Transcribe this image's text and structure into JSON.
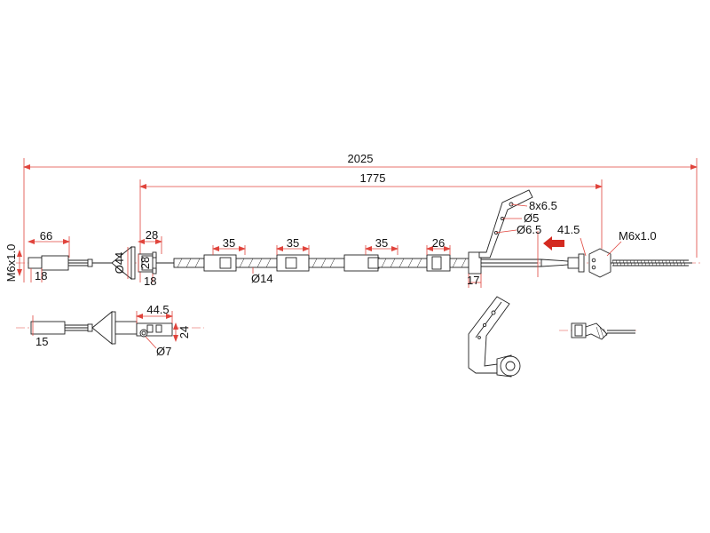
{
  "dimensions": {
    "overall_length": "2025",
    "inner_length": "1775",
    "thread_left": "M6x1.0",
    "end_length": "66",
    "end_width": "18",
    "cone_diameter": "Ø44",
    "fitting_length": "28",
    "fitting_height": "28",
    "fitting_width": "18",
    "sleeve_1": "35",
    "sleeve_2": "35",
    "sleeve_3": "35",
    "sleeve_4": "26",
    "cable_diameter": "Ø14",
    "bracket_width": "17",
    "bracket_slot": "8x6.5",
    "bracket_hole_1": "Ø5",
    "bracket_hole_2": "Ø6.5",
    "rod_length": "41.5",
    "thread_right": "M6x1.0",
    "side_end_length": "15",
    "side_fitting_length": "44.5",
    "side_fitting_height": "24",
    "side_hole": "Ø7"
  },
  "colors": {
    "dimension_lines": "#e0443c",
    "outline": "#222222",
    "direction_arrow": "#d42a20"
  },
  "icons": {
    "direction": "arrow-left-icon"
  }
}
